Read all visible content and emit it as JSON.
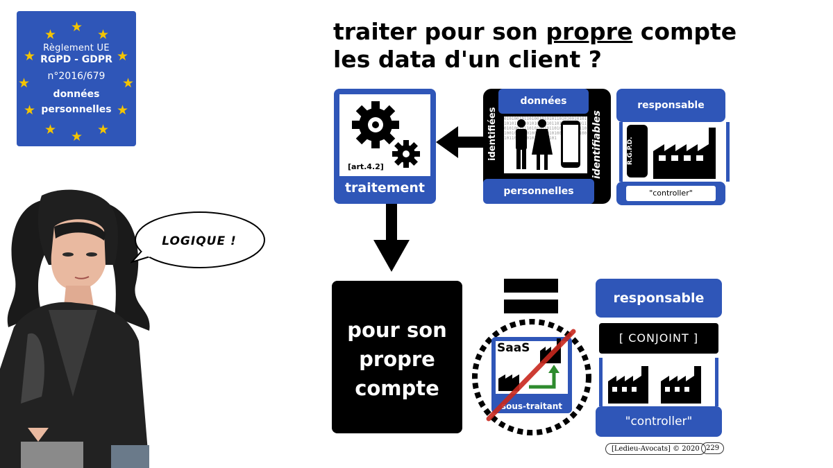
{
  "eu_badge": {
    "line1": "Règlement UE",
    "line2": "RGPD - GDPR",
    "line3": "n°2016/679",
    "line4": "données",
    "line5": "personnelles"
  },
  "title": {
    "line1_pre": "traiter pour son ",
    "line1_underlined": "propre",
    "line1_post": " compte",
    "line2": "les data d'un client ?"
  },
  "speech_bubble": {
    "text": "LOGIQUE !"
  },
  "traitement": {
    "ref": "[art.4.2]",
    "label": "traitement"
  },
  "donnees": {
    "top": "données",
    "left_vertical": "identifiées",
    "right_vertical": "identifiables",
    "bottom": "personnelles"
  },
  "responsable_top": {
    "top": "responsable",
    "side": "R.G.P.D.",
    "bottom": "\"controller\""
  },
  "pour_son_compte": {
    "text": "pour son propre compte"
  },
  "saas": {
    "label": "SaaS",
    "bottom": "sous-traitant"
  },
  "responsable_bottom": {
    "top": "responsable",
    "middle": "[ CONJOINT ]",
    "bottom": "\"controller\""
  },
  "footer": {
    "credit": "[Ledieu-Avocats] © 2020",
    "page": "229"
  },
  "colors": {
    "blue": "#2f56b8",
    "black": "#000000",
    "star": "#f4c400",
    "cross": "#c8281e",
    "arrow_green": "#2e8b2e"
  }
}
